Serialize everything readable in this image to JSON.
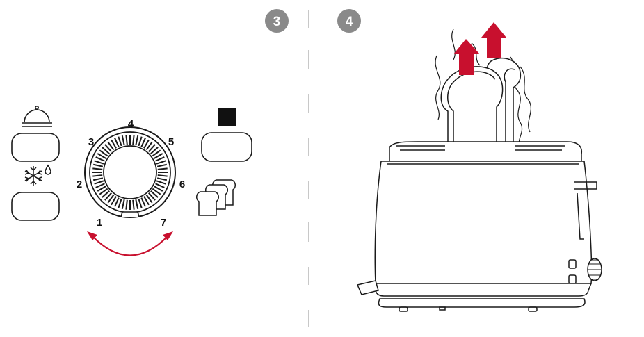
{
  "steps": [
    {
      "label": "3"
    },
    {
      "label": "4"
    }
  ],
  "dial": {
    "settings": [
      "1",
      "2",
      "3",
      "4",
      "5",
      "6",
      "7"
    ],
    "rotation_hint": "turn-left-right"
  },
  "buttons": [
    {
      "icon": "reheat-icon"
    },
    {
      "icon": "defrost-icon"
    },
    {
      "icon": "cancel-stop-icon"
    }
  ],
  "colors": {
    "accent": "#c8102e",
    "badge": "#8a8a8a",
    "line": "#1a1a1a"
  }
}
